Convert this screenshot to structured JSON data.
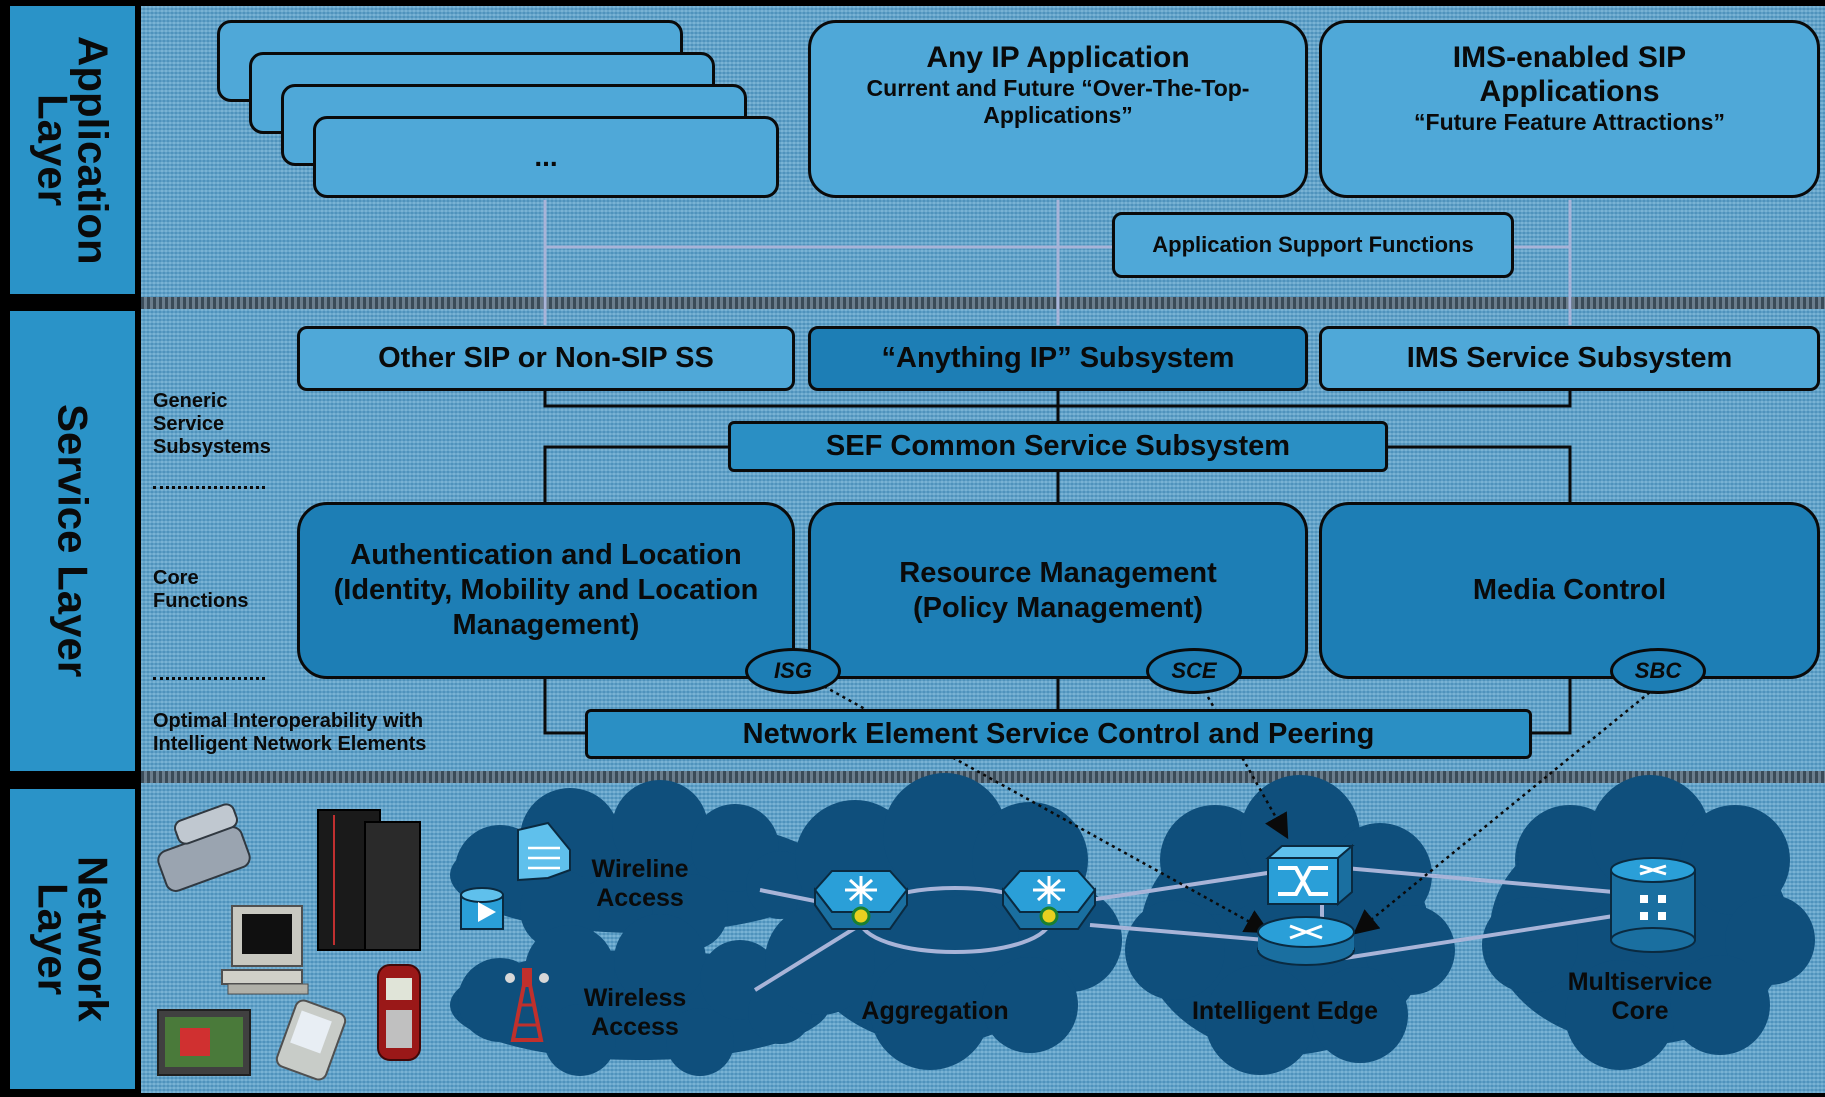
{
  "layers": {
    "application": "Application\nLayer",
    "service": "Service Layer",
    "network": "Network\nLayer"
  },
  "application_layer": {
    "stack_box_label": "...",
    "any_ip": {
      "title": "Any IP Application",
      "subtitle": "Current and Future “Over-The-Top-Applications”"
    },
    "ims_apps": {
      "title": "IMS-enabled SIP Applications",
      "subtitle": "“Future Feature Attractions”"
    },
    "support_functions": "Application Support Functions"
  },
  "service_layer": {
    "side_labels": {
      "generic": "Generic\nService\nSubsystems",
      "core": "Core\nFunctions",
      "interop": "Optimal Interoperability with\nIntelligent Network Elements"
    },
    "subsystems": [
      "Other SIP or Non-SIP SS",
      "“Anything IP” Subsystem",
      "IMS Service Subsystem"
    ],
    "sef_common": "SEF Common Service Subsystem",
    "core_functions": [
      "Authentication and Location (Identity, Mobility and Location Management)",
      "Resource Management (Policy Management)",
      "Media Control"
    ],
    "elements": [
      "ISG",
      "SCE",
      "SBC"
    ],
    "network_element_control": "Network Element Service Control and Peering"
  },
  "network_layer": {
    "clouds": {
      "wireline": "Wireline\nAccess",
      "wireless": "Wireless\nAccess",
      "aggregation": "Aggregation",
      "edge": "Intelligent Edge",
      "core": "Multiservice\nCore"
    },
    "devices": [
      "phone-icon",
      "server-rack-icon",
      "desktop-computer-icon",
      "tv-icon",
      "pda-icon",
      "mobile-phone-icon"
    ]
  },
  "colors": {
    "layer_label": "#2a93c8",
    "band": "#5fa4cc",
    "box_light": "#4fa8d8",
    "box_dark": "#1d7eb5",
    "cloud": "#0f4f7c",
    "device_icon": "#2a9fd8",
    "link": "#a8b4d8"
  }
}
